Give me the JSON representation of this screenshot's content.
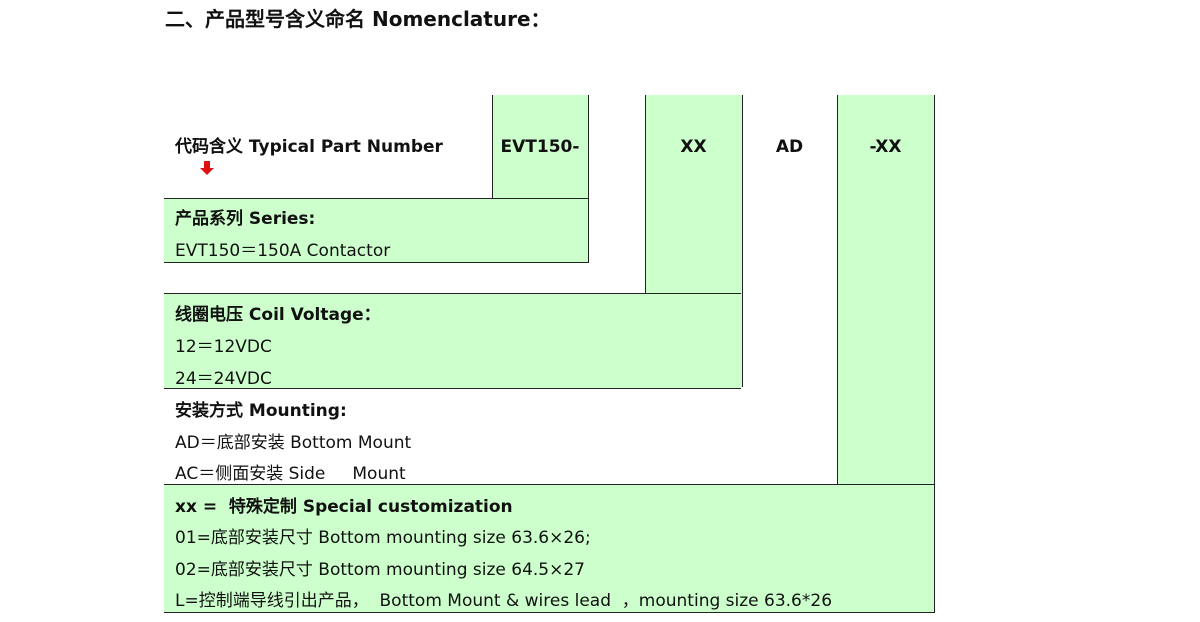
{
  "title": "二、产品型号含义命名 Nomenclature：",
  "header": {
    "typical_label": "代码含义 Typical Part Number",
    "codes": [
      "EVT150-",
      "XX",
      "AD",
      "-XX"
    ]
  },
  "series": {
    "heading": "产品系列 Series:",
    "lines": [
      "EVT150＝150A Contactor"
    ]
  },
  "coil": {
    "heading": "线圈电压 Coil Voltage：",
    "lines": [
      "12＝12VDC",
      "24＝24VDC"
    ]
  },
  "mounting": {
    "heading": "安装方式 Mounting:",
    "lines": [
      "AD＝底部安装 Bottom Mount",
      "AC＝侧面安装 Side     Mount"
    ]
  },
  "custom": {
    "heading": "xx =  特殊定制 Special customization",
    "lines": [
      "01=底部安装尺寸 Bottom mounting size 63.6×26;",
      "02=底部安装尺寸 Bottom mounting size 64.5×27",
      "L=控制端导线引出产品，  Bottom Mount & wires lead  ，mounting size 63.6*26"
    ]
  },
  "colors": {
    "green": "#ccffcc",
    "arrow": "#dd1111",
    "line": "#222222"
  },
  "icons": {
    "arrow": "red-down-arrow-icon"
  }
}
